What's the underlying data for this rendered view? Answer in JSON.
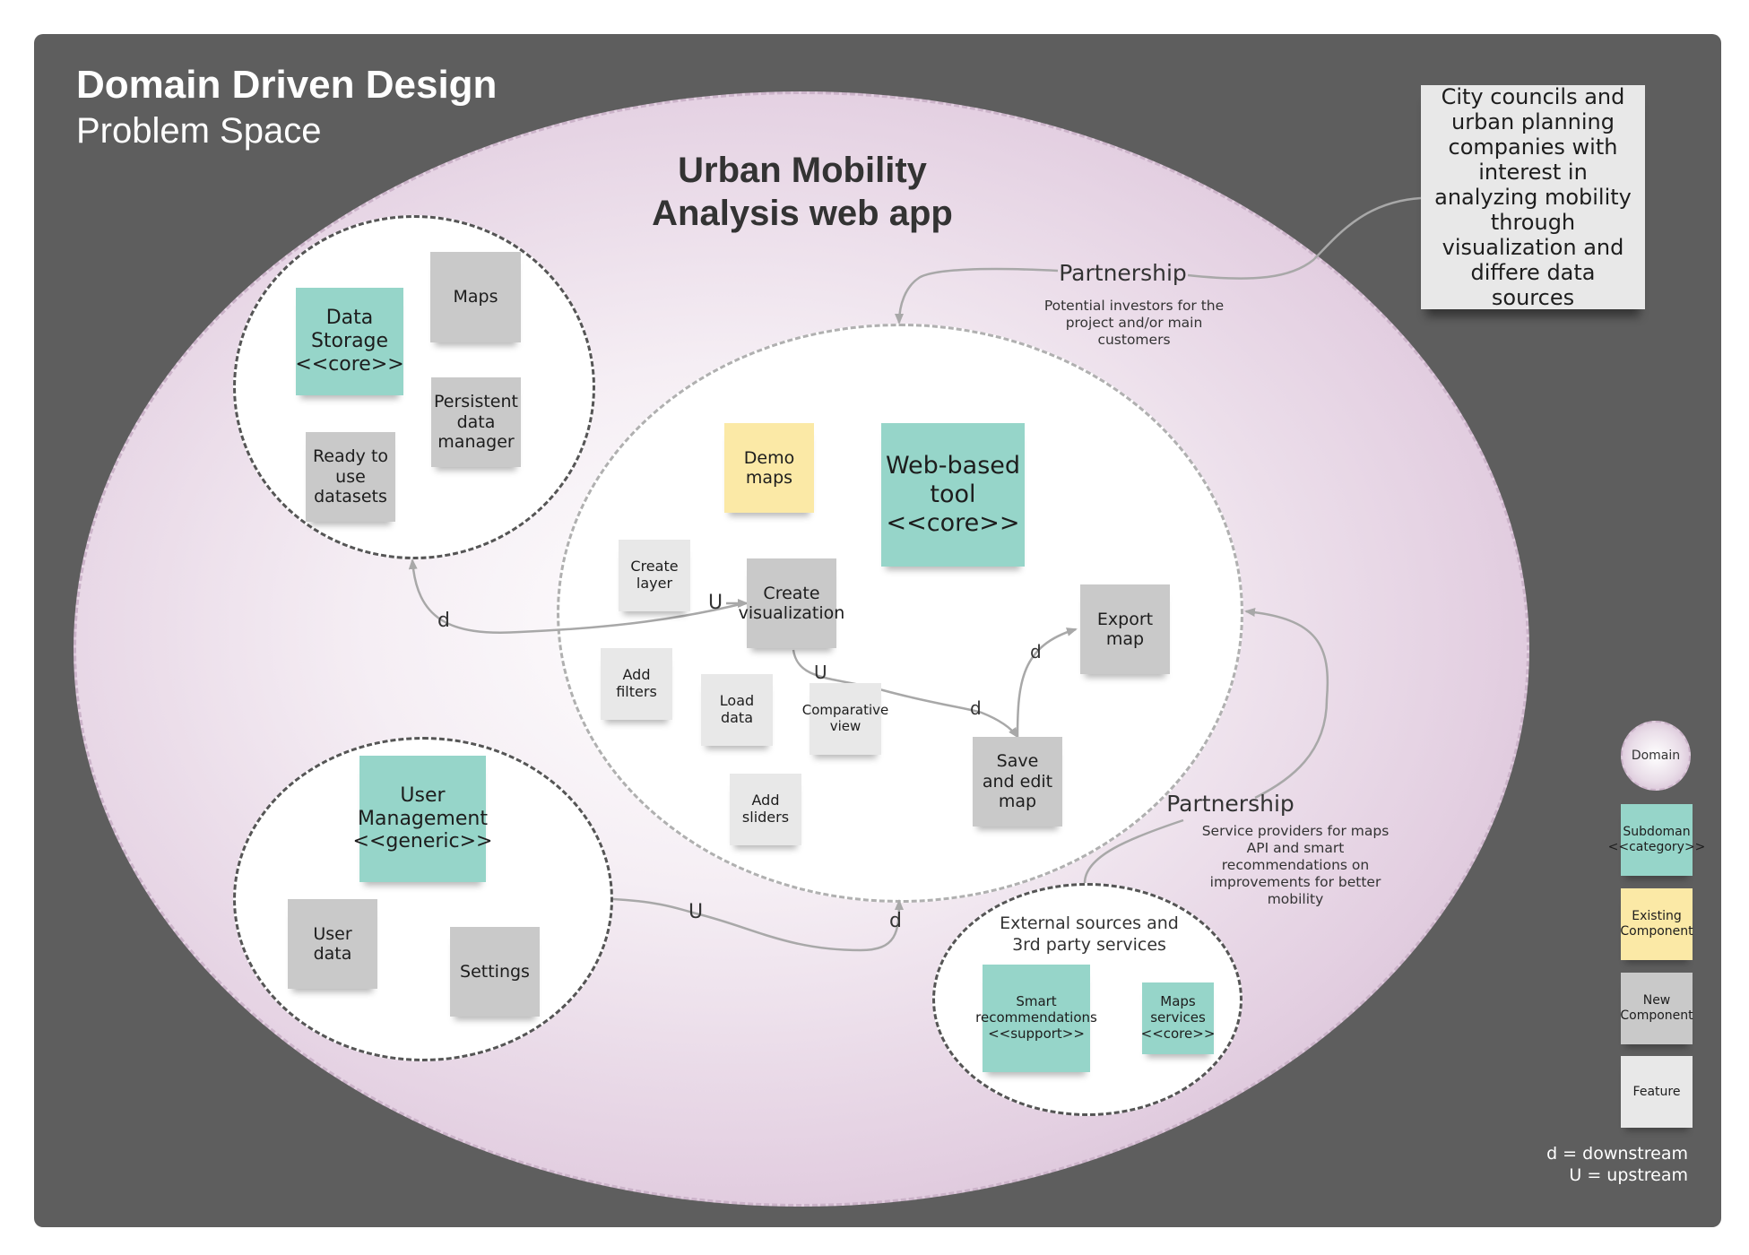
{
  "header": {
    "title": "Domain Driven Design",
    "subtitle": "Problem Space"
  },
  "app_title": "Urban Mobility\nAnalysis web app",
  "stakeholder_note": "City councils and urban planning companies with interest in analyzing mobility through visualization and differe data sources",
  "relationships": {
    "partnership_top": {
      "label": "Partnership",
      "description": "Potential investors for the\nproject and/or main\ncustomers"
    },
    "partnership_bottom": {
      "label": "Partnership",
      "description": "Service providers for maps\nAPI and smart\nrecommendations on\nimprovements for better\nmobility"
    },
    "markers": {
      "d": "d",
      "U": "U"
    }
  },
  "subdomains": {
    "data_storage": {
      "core": "Data\nStorage\n<<core>>",
      "maps": "Maps",
      "persistent": "Persistent\ndata\nmanager",
      "datasets": "Ready to\nuse\ndatasets"
    },
    "user_management": {
      "core": "User\nManagement\n<<generic>>",
      "user_data": "User\ndata",
      "settings": "Settings"
    },
    "web_tool": {
      "core": "Web-based\ntool\n<<core>>",
      "demo_maps": "Demo\nmaps",
      "create_layer": "Create\nlayer",
      "create_visualization": "Create\nvisualization",
      "add_filters": "Add\nfilters",
      "load_data": "Load\ndata",
      "comparative_view": "Comparative\nview",
      "add_sliders": "Add\nsliders",
      "export_map": "Export\nmap",
      "save_edit_map": "Save\nand edit\nmap"
    },
    "external": {
      "title": "External sources and\n3rd party services",
      "smart": "Smart\nrecommendations\n<<support>>",
      "maps_services": "Maps\nservices\n<<core>>"
    }
  },
  "legend": {
    "domain": "Domain",
    "subdomain": "Subdoman\n<<category>>",
    "existing": "Existing\nComponent",
    "new": "New\nComponent",
    "feature": "Feature",
    "note": "d = downstream\nU = upstream"
  },
  "colors": {
    "panel": "#5e5e5e",
    "subdomain": "#96d5c9",
    "existing": "#fbe9a6",
    "new_component": "#c9c9c9",
    "feature": "#e8e8e8"
  }
}
